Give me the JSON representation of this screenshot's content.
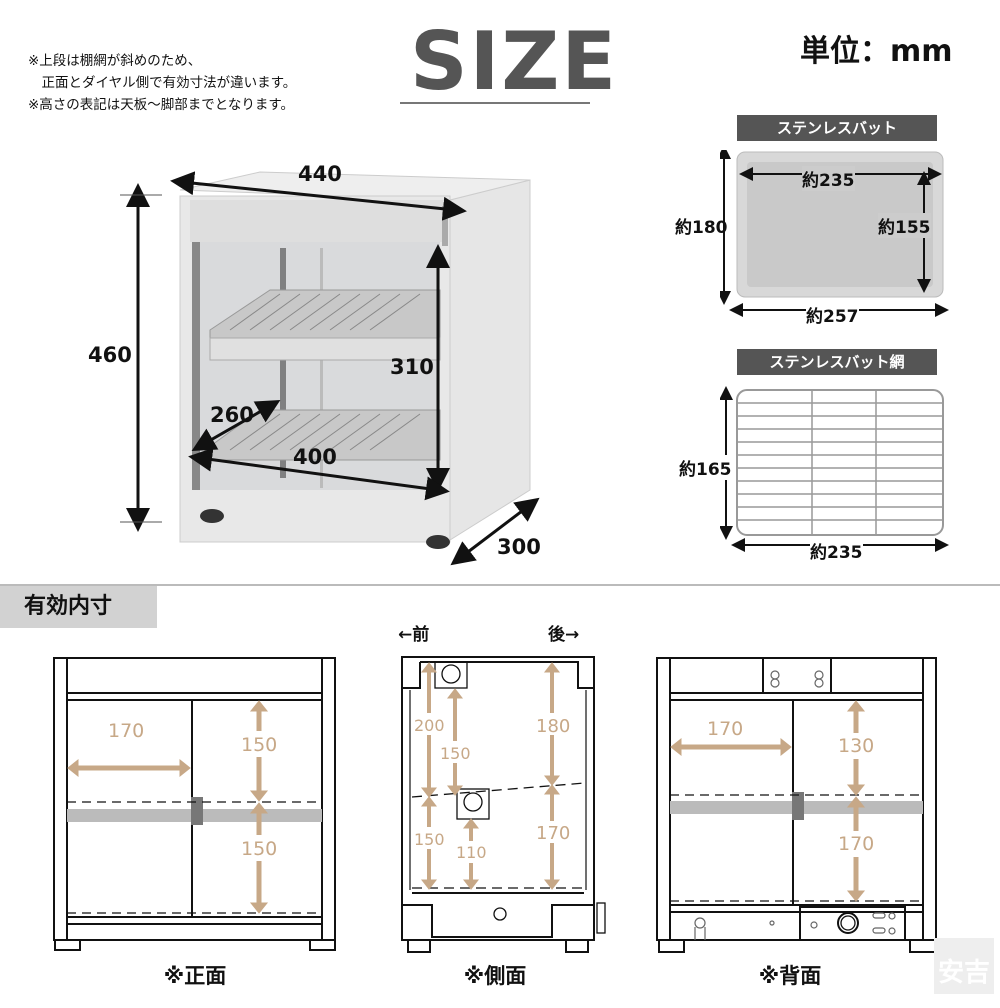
{
  "header": {
    "title": "SIZE",
    "unit": "単位：mm",
    "notes": [
      "※上段は棚網が斜めのため、",
      "　正面とダイヤル側で有効寸法が違います。",
      "※高さの表記は天板～脚部までとなります。"
    ]
  },
  "product": {
    "width": "440",
    "height": "460",
    "depth": "300",
    "inner_height": "310",
    "inner_width": "400",
    "inner_depth": "260"
  },
  "tray": {
    "label": "ステンレスバット",
    "inner_width": "約235",
    "outer_width": "約257",
    "outer_depth": "約180",
    "inner_depth": "約155"
  },
  "tray_net": {
    "label": "ステンレスバット網",
    "depth": "約165",
    "width": "約235"
  },
  "effective": {
    "section_label": "有効内寸",
    "front": {
      "caption": "※正面",
      "width": "170",
      "upper": "150",
      "lower": "150"
    },
    "side": {
      "caption": "※側面",
      "front_label": "←前",
      "back_label": "後→",
      "front_top": "200",
      "front_mid": "150",
      "back_top": "180",
      "front_bottom": "150",
      "mid_bottom": "110",
      "back_bottom": "170"
    },
    "back": {
      "caption": "※背面",
      "width": "170",
      "upper": "130",
      "lower": "170"
    }
  },
  "watermark": {
    "text": "安吉"
  },
  "colors": {
    "accent_tan": "#c7a887",
    "label_bg": "#555555",
    "section_bg": "#d2d2d2"
  }
}
